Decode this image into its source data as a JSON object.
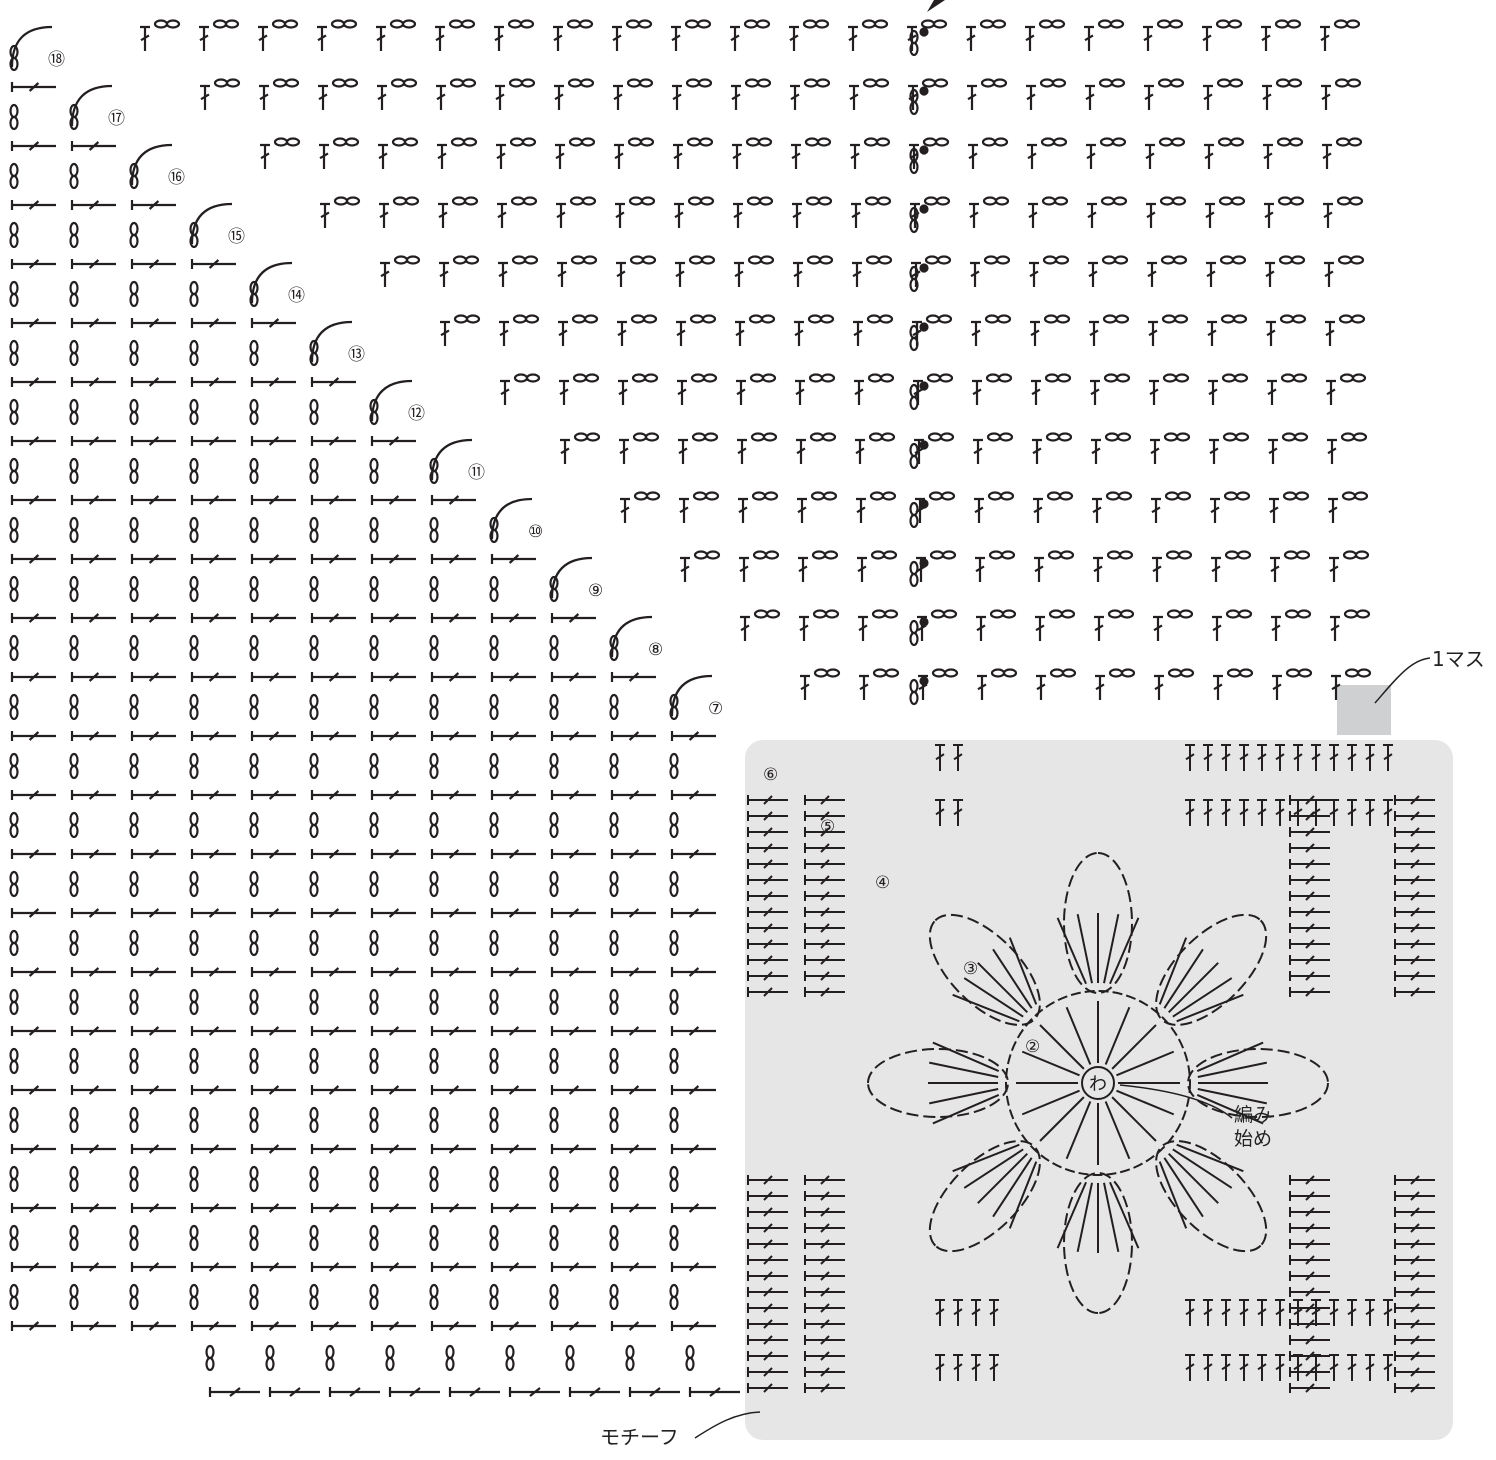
{
  "colors": {
    "ink": "#231f20",
    "motif_fill": "#e6e6e7",
    "square_fill": "#cfd0d2",
    "background": "#ffffff"
  },
  "row_numbers": [
    "⑱",
    "⑰",
    "⑯",
    "⑮",
    "⑭",
    "⑬",
    "⑫",
    "⑪",
    "⑩",
    "⑨",
    "⑧",
    "⑦"
  ],
  "motif_rounds": [
    "⑥",
    "⑤",
    "④",
    "③",
    "②"
  ],
  "center_ring": "わ",
  "labels": {
    "grid_square": "1マス",
    "start_line1": "編み",
    "start_line2": "始め",
    "motif": "モチーフ"
  },
  "icons": {
    "start_arrow": "arrow-icon",
    "ring": "magic-ring-icon"
  }
}
